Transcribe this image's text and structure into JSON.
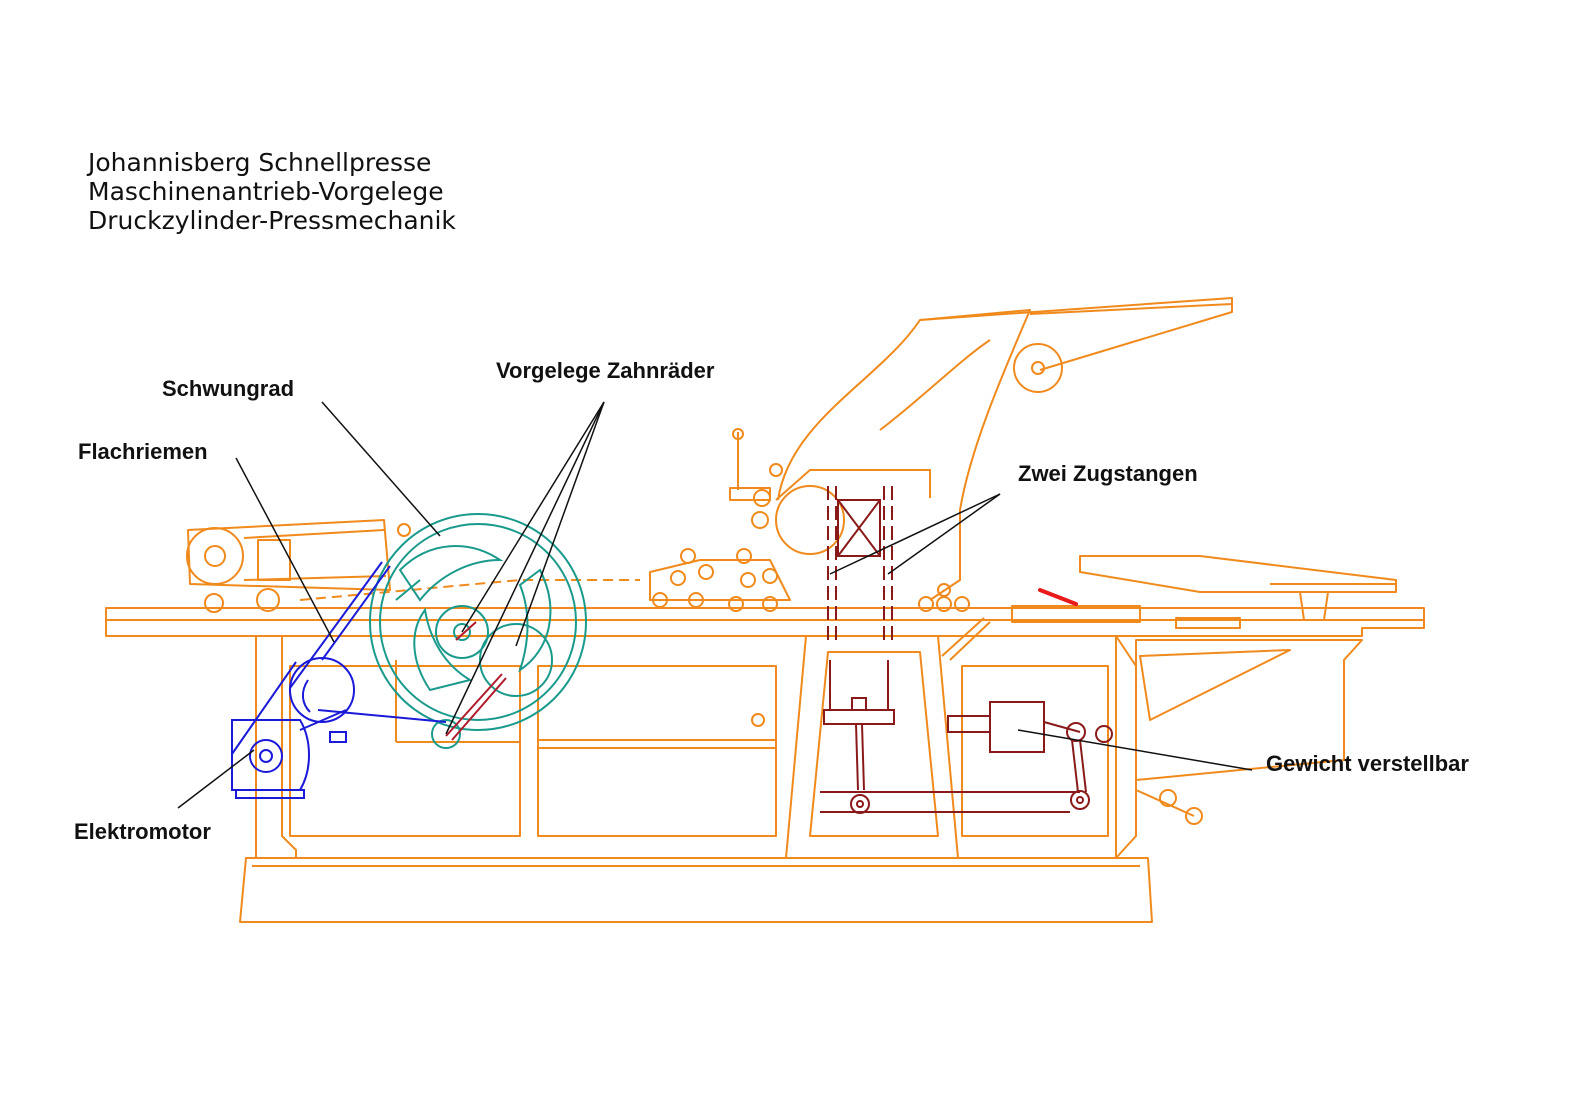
{
  "title": {
    "line1": "Johannisberg Schnellpresse",
    "line2": "Maschinenantrieb-Vorgelege",
    "line3": "Druckzylinder-Pressmechanik"
  },
  "labels": {
    "schwungrad": "Schwungrad",
    "flachriemen": "Flachriemen",
    "vorgelege": "Vorgelege Zahnräder",
    "zugstangen": "Zwei Zugstangen",
    "gewicht": "Gewicht verstellbar",
    "elektromotor": "Elektromotor"
  },
  "colors": {
    "machine_frame": "#f08a1c",
    "gears": "#1a9a8c",
    "motor": "#1a1ad8",
    "press_mechanism": "#8a1a1a",
    "highlight": "#e81a1a",
    "leader_lines": "#111111"
  }
}
